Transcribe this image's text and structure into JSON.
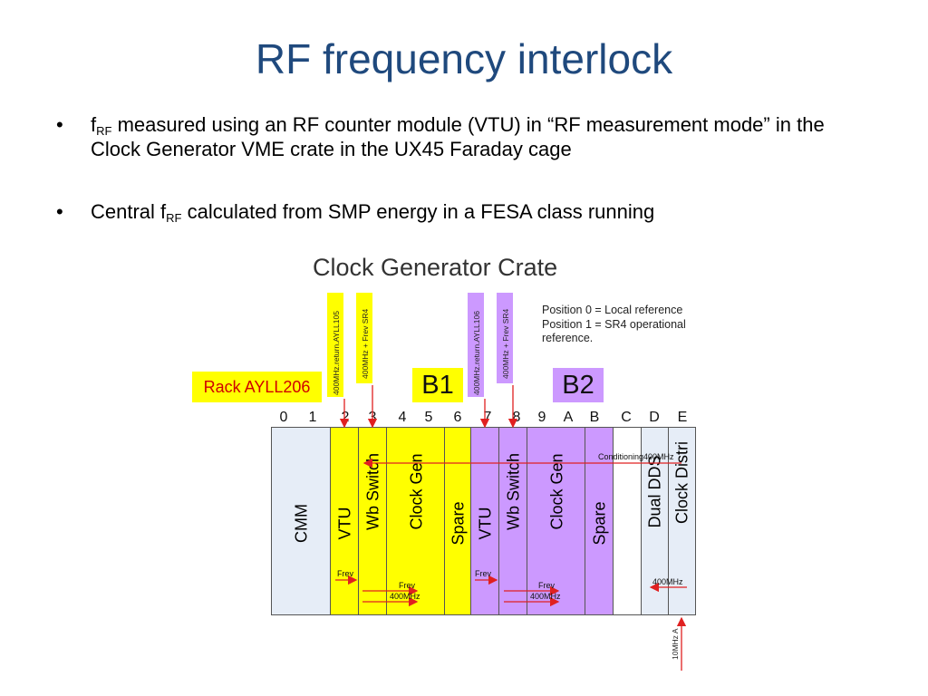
{
  "slide": {
    "title": "RF frequency interlock",
    "bullets": [
      {
        "pre": "f",
        "sub": "RF",
        "post": " measured using an RF counter module (VTU) in “RF measurement mode” in the Clock Generator VME crate in the UX45 Faraday cage"
      },
      {
        "pre": "Central f",
        "sub": "RF",
        "post": " calculated from SMP energy in a FESA class running"
      }
    ],
    "bullet_symbol": "•"
  },
  "diagram": {
    "title": "Clock Generator Crate",
    "note_lines": [
      "Position 0 = Local reference",
      "Position 1 = SR4 operational",
      "reference."
    ],
    "rack_label": "Rack AYLL206",
    "group_labels": [
      "B1",
      "B2"
    ],
    "cable_labels": [
      "400MHz.return.AYLL105",
      "400MHz + Frev SR4",
      "400MHz.return.AYLL106",
      "400MHz + Frev SR4",
      "10MHz A"
    ],
    "positions": [
      "0",
      "1",
      "2",
      "3",
      "4",
      "5",
      "6",
      "7",
      "8",
      "9",
      "A",
      "B",
      "C",
      "D",
      "E"
    ],
    "slots": [
      "CMM",
      "VTU",
      "Wb Switch",
      "Clock Gen",
      "Spare",
      "VTU",
      "Wb Switch",
      "Clock Gen",
      "Spare",
      "Dual DDS",
      "Clock Distri"
    ],
    "signals": {
      "conditioning": "Conditioning400MHz",
      "frev": "Frev",
      "mhz400": "400MHz"
    },
    "colors": {
      "yellow": "#ffff00",
      "purple": "#cc99ff",
      "lightblue": "#e6edf7",
      "white": "#ffffff",
      "arrow": "#e02020",
      "title": "#1f497d"
    }
  }
}
